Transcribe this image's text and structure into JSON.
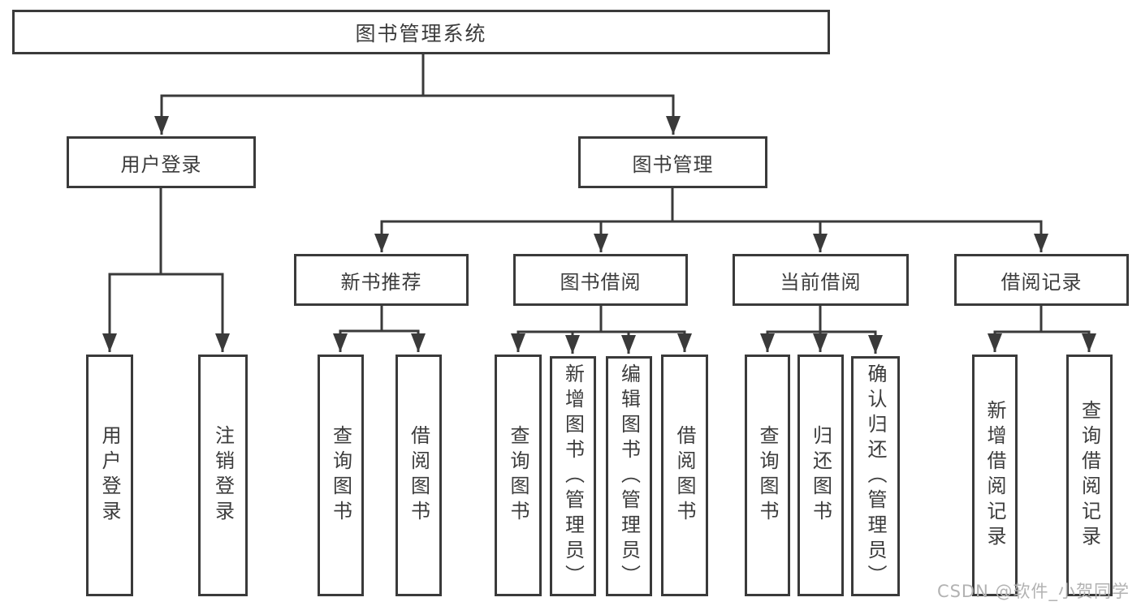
{
  "tree": {
    "root": {
      "label": "图书管理系统"
    },
    "branches": [
      {
        "label": "用户登录",
        "children": [
          {
            "label": "用户登录"
          },
          {
            "label": "注销登录"
          }
        ]
      },
      {
        "label": "图书管理",
        "children": [
          {
            "label": "新书推荐",
            "children": [
              {
                "label": "查询图书"
              },
              {
                "label": "借阅图书"
              }
            ]
          },
          {
            "label": "图书借阅",
            "children": [
              {
                "label": "查询图书"
              },
              {
                "label": "新增图书（管理员）"
              },
              {
                "label": "编辑图书（管理员）"
              },
              {
                "label": "借阅图书"
              }
            ]
          },
          {
            "label": "当前借阅",
            "children": [
              {
                "label": "查询图书"
              },
              {
                "label": "归还图书"
              },
              {
                "label": "确认归还（管理员）"
              }
            ]
          },
          {
            "label": "借阅记录",
            "children": [
              {
                "label": "新增借阅记录"
              },
              {
                "label": "查询借阅记录"
              }
            ]
          }
        ]
      }
    ]
  },
  "watermark": {
    "text": "CSDN @软件_小贺同学",
    "color": "#b2b2b2"
  },
  "colors": {
    "line": "#3a3a3a",
    "box_border": "#3a3a3a",
    "text": "#3c3c3c",
    "background": "#ffffff"
  }
}
